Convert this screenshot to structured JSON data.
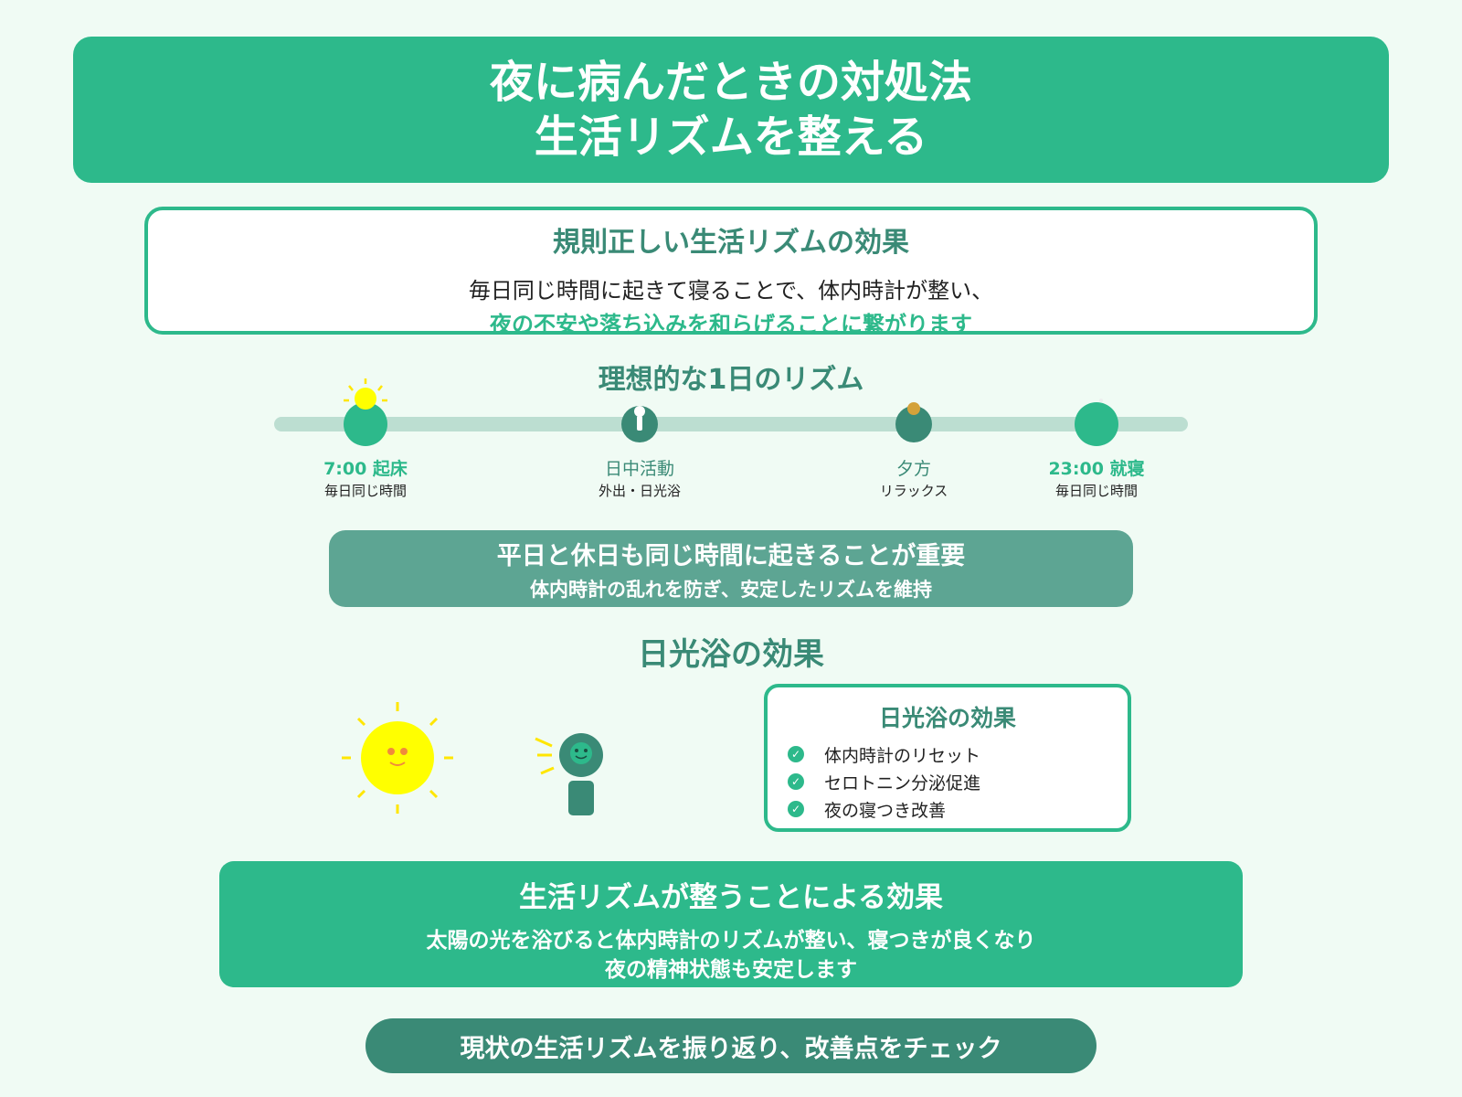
{
  "header": {
    "title_line1": "夜に病んだときの対処法",
    "title_line2": "生活リズムを整える"
  },
  "rhythm_card": {
    "title": "規則正しい生活リズムの効果",
    "line1": "毎日同じ時間に起きて寝ることで、体内時計が整い、",
    "line2": "夜の不安や落ち込みを和らげることに繋がります"
  },
  "timeline": {
    "title": "理想的な1日のリズム",
    "points": [
      {
        "label": "7:00 起床",
        "sub": "毎日同じ時間"
      },
      {
        "label": "日中活動",
        "sub": "外出・日光浴"
      },
      {
        "label": "夕方",
        "sub": "リラックス"
      },
      {
        "label": "23:00 就寝",
        "sub": "毎日同じ時間"
      }
    ]
  },
  "weekday_banner": {
    "line1": "平日と休日も同じ時間に起きることが重要",
    "line2": "体内時計の乱れを防ぎ、安定したリズムを維持"
  },
  "sunbath": {
    "title": "日光浴の効果",
    "box_title": "日光浴の効果",
    "items": [
      "体内時計のリセット",
      "セロトニン分泌促進",
      "夜の寝つき改善"
    ],
    "check_glyph": "✓"
  },
  "effect_banner": {
    "title": "生活リズムが整うことによる効果",
    "line1": "太陽の光を浴びると体内時計のリズムが整い、寝つきが良くなり",
    "line2": "夜の精神状態も安定します"
  },
  "cta": {
    "label": "現状の生活リズムを振り返り、改善点をチェック"
  },
  "colors": {
    "primary": "#2db98b",
    "dark_teal": "#3a8a76",
    "muted_teal": "#5da593",
    "sun": "#ffff00",
    "background": "#f0fbf4"
  }
}
